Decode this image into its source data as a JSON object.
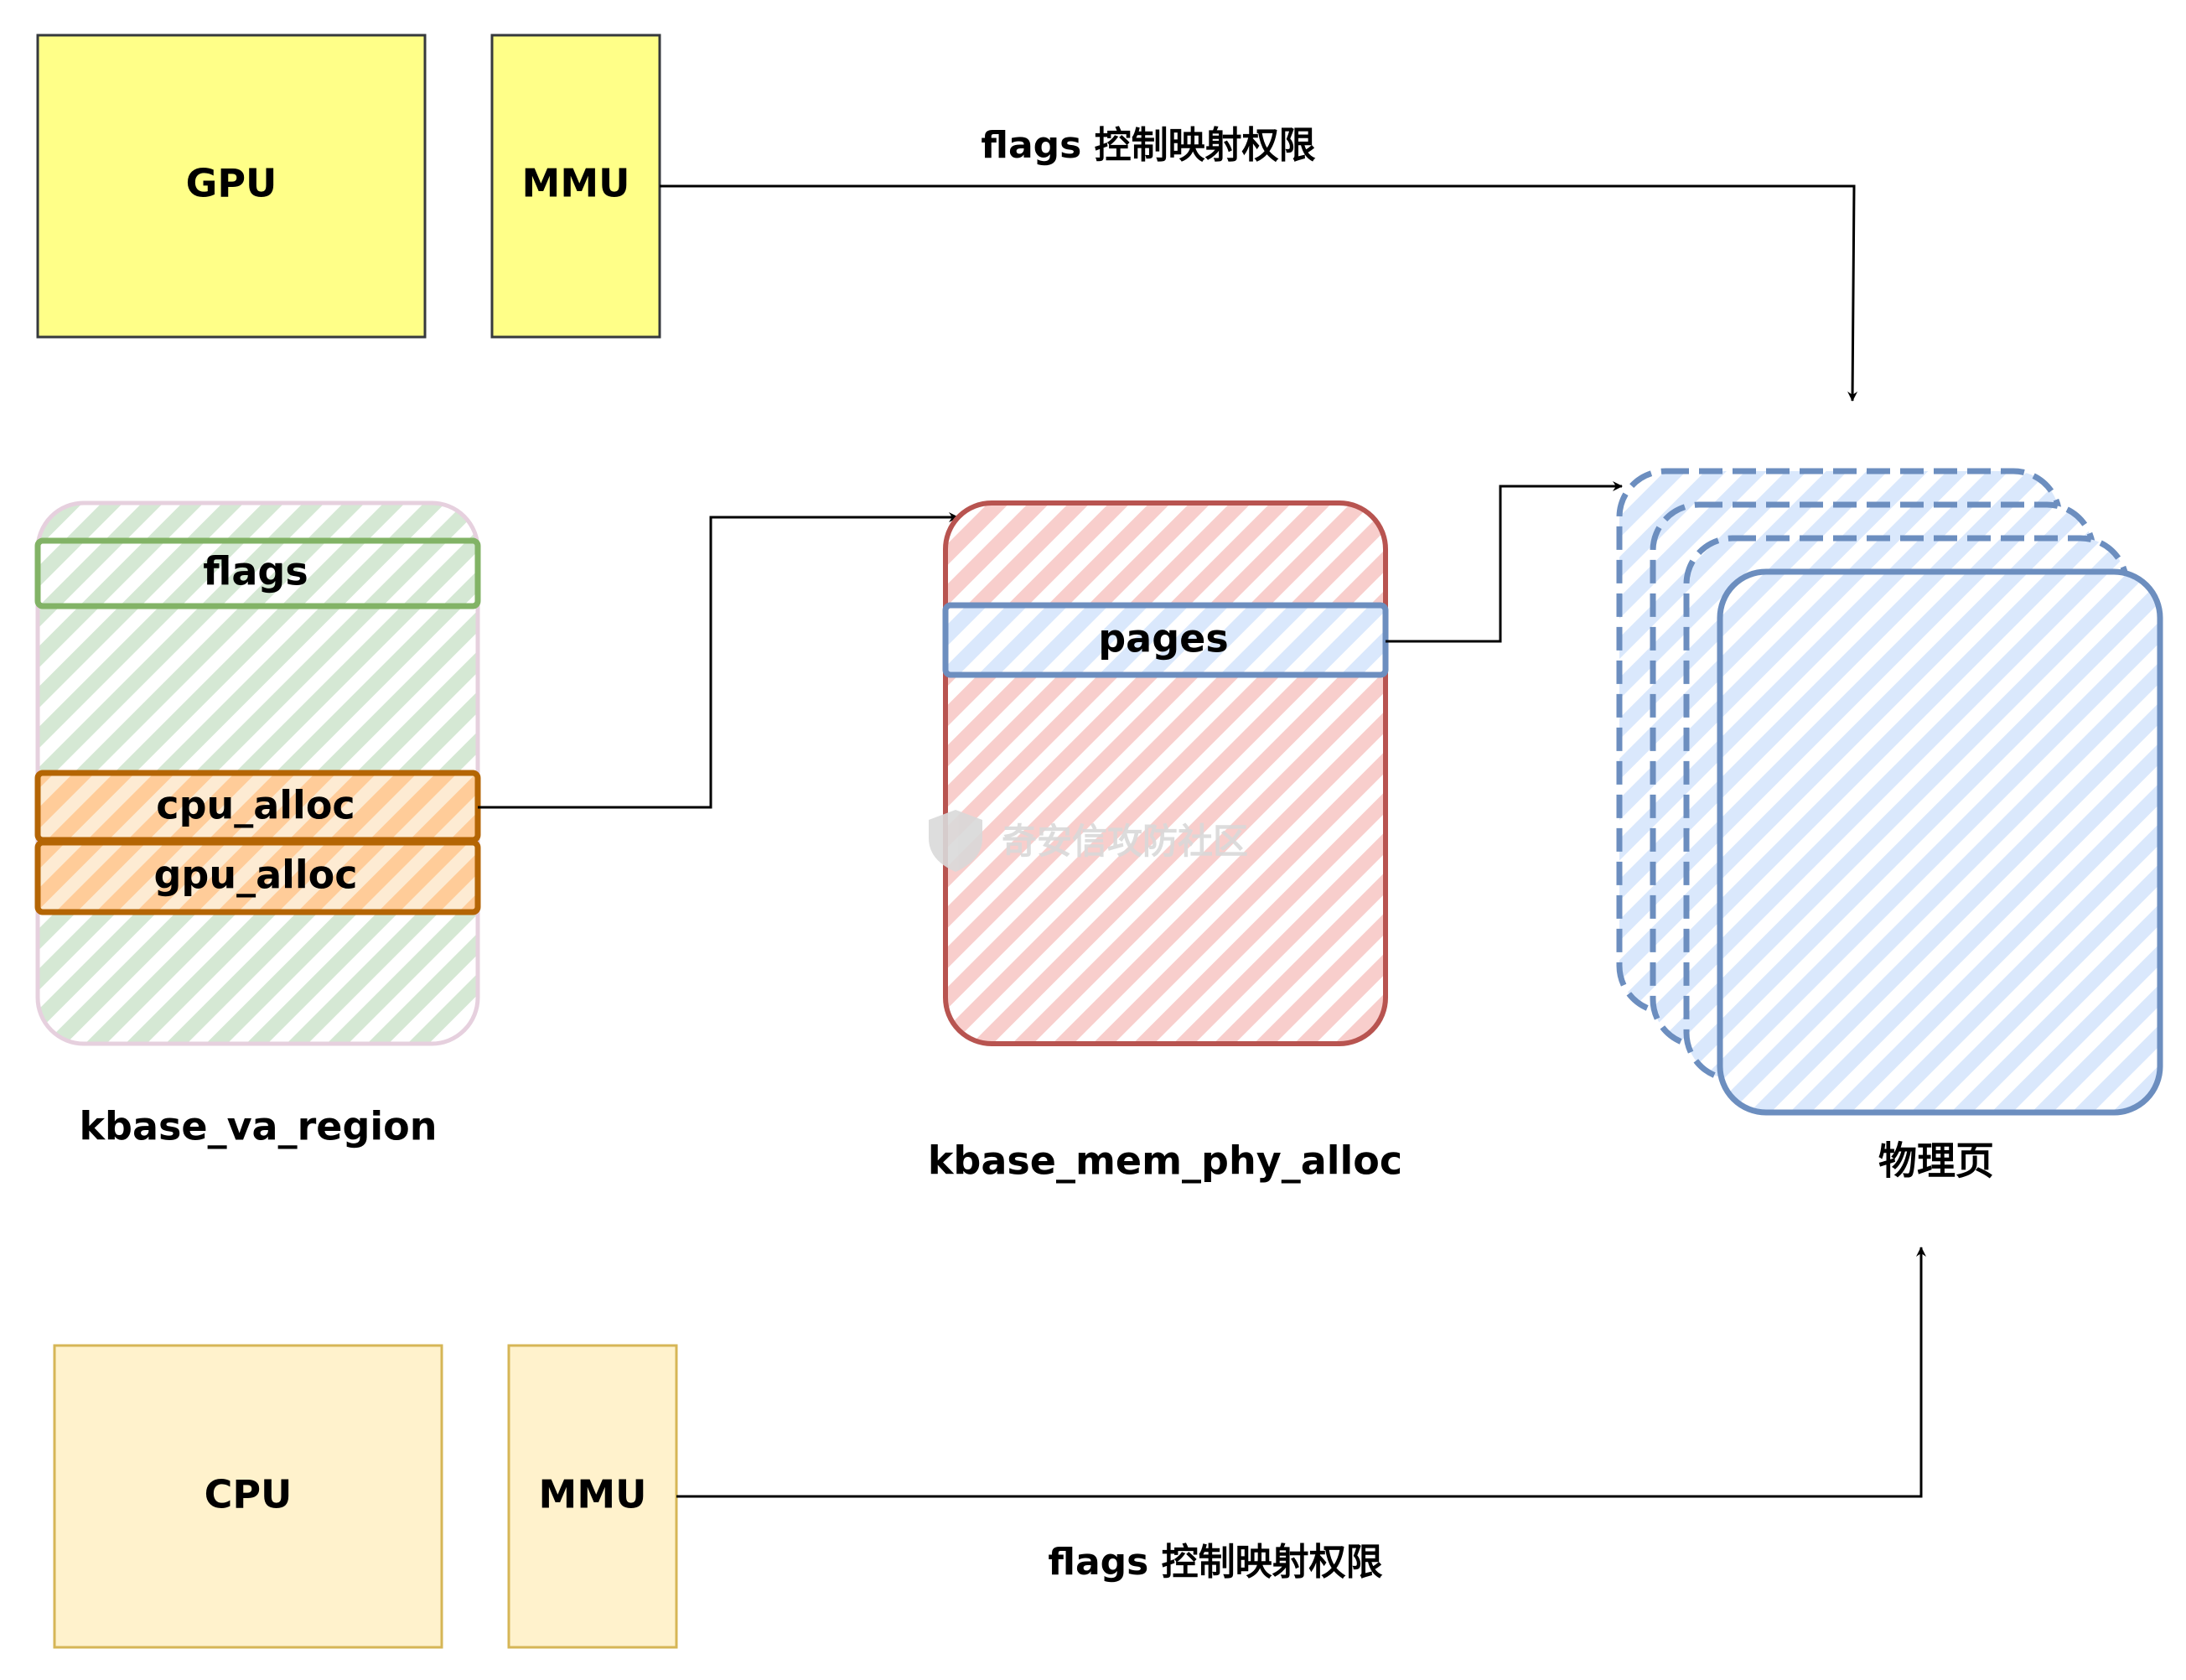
{
  "top": {
    "gpu_label": "GPU",
    "mmu_label": "MMU",
    "arrow_label": "flags 控制映射权限",
    "colors": {
      "fill": "#ffff88",
      "stroke": "#36393d"
    }
  },
  "region": {
    "caption": "kbase_va_region",
    "fields": {
      "flags": "flags",
      "cpu_alloc": "cpu_alloc",
      "gpu_alloc": "gpu_alloc"
    },
    "colors": {
      "fill": "#d5e8d4",
      "stroke": "#e6d0de",
      "flags_stroke": "#82b366",
      "alloc_fill": "#ffcc99",
      "alloc_stroke": "#b46504"
    }
  },
  "phy_alloc": {
    "caption": "kbase_mem_phy_alloc",
    "field": "pages",
    "colors": {
      "fill": "#f8cecc",
      "stroke": "#b85450"
    }
  },
  "pages": {
    "caption": "物理页",
    "colors": {
      "fill": "#dae8fc",
      "stroke": "#6c8ebf"
    }
  },
  "bottom": {
    "cpu_label": "CPU",
    "mmu_label": "MMU",
    "arrow_label": "flags 控制映射权限",
    "colors": {
      "fill": "#fff2cc",
      "stroke": "#d6b656"
    }
  },
  "watermark": "奇安信攻防社区"
}
